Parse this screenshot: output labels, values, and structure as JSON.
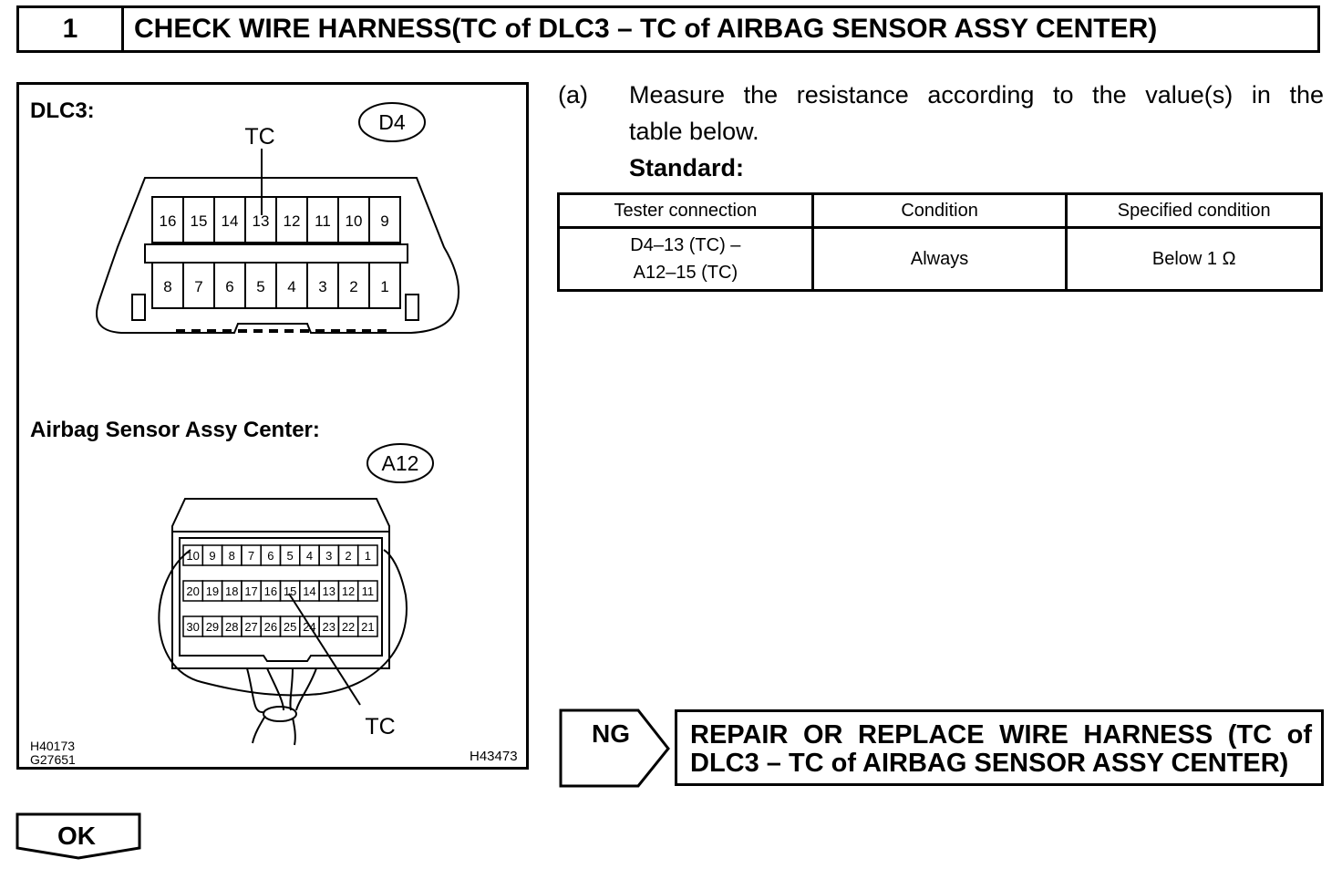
{
  "step": {
    "number": "1",
    "title": "CHECK WIRE HARNESS(TC of DLC3 – TC of AIRBAG SENSOR ASSY CENTER)"
  },
  "figure": {
    "dlc3_label": "DLC3:",
    "dlc3_connector_id": "D4",
    "dlc3_tc_label": "TC",
    "dlc3_top_pins": [
      "16",
      "15",
      "14",
      "13",
      "12",
      "11",
      "10",
      "9"
    ],
    "dlc3_bottom_pins": [
      "8",
      "7",
      "6",
      "5",
      "4",
      "3",
      "2",
      "1"
    ],
    "airbag_label": "Airbag Sensor Assy Center:",
    "airbag_connector_id": "A12",
    "airbag_tc_label": "TC",
    "airbag_rows": [
      [
        "10",
        "9",
        "8",
        "7",
        "6",
        "5",
        "4",
        "3",
        "2",
        "1"
      ],
      [
        "20",
        "19",
        "18",
        "17",
        "16",
        "15",
        "14",
        "13",
        "12",
        "11"
      ],
      [
        "30",
        "29",
        "28",
        "27",
        "26",
        "25",
        "24",
        "23",
        "22",
        "21"
      ]
    ],
    "ref_codes_left": [
      "H40173",
      "G27651"
    ],
    "ref_code_right": "H43473"
  },
  "instruction": {
    "marker": "(a)",
    "line1": "Measure the resistance according to the value(s) in the",
    "line2": "table below.",
    "standard_label": "Standard:"
  },
  "table": {
    "headers": [
      "Tester connection",
      "Condition",
      "Specified condition"
    ],
    "row": {
      "connection_line1": "D4–13 (TC) –",
      "connection_line2": "A12–15 (TC)",
      "condition": "Always",
      "specified": "Below 1 Ω"
    }
  },
  "ng": {
    "label": "NG",
    "result_line1": "REPAIR OR REPLACE WIRE HARNESS (TC of",
    "result_line2": "DLC3 – TC of AIRBAG SENSOR ASSY CENTER)"
  },
  "ok": {
    "label": "OK"
  }
}
